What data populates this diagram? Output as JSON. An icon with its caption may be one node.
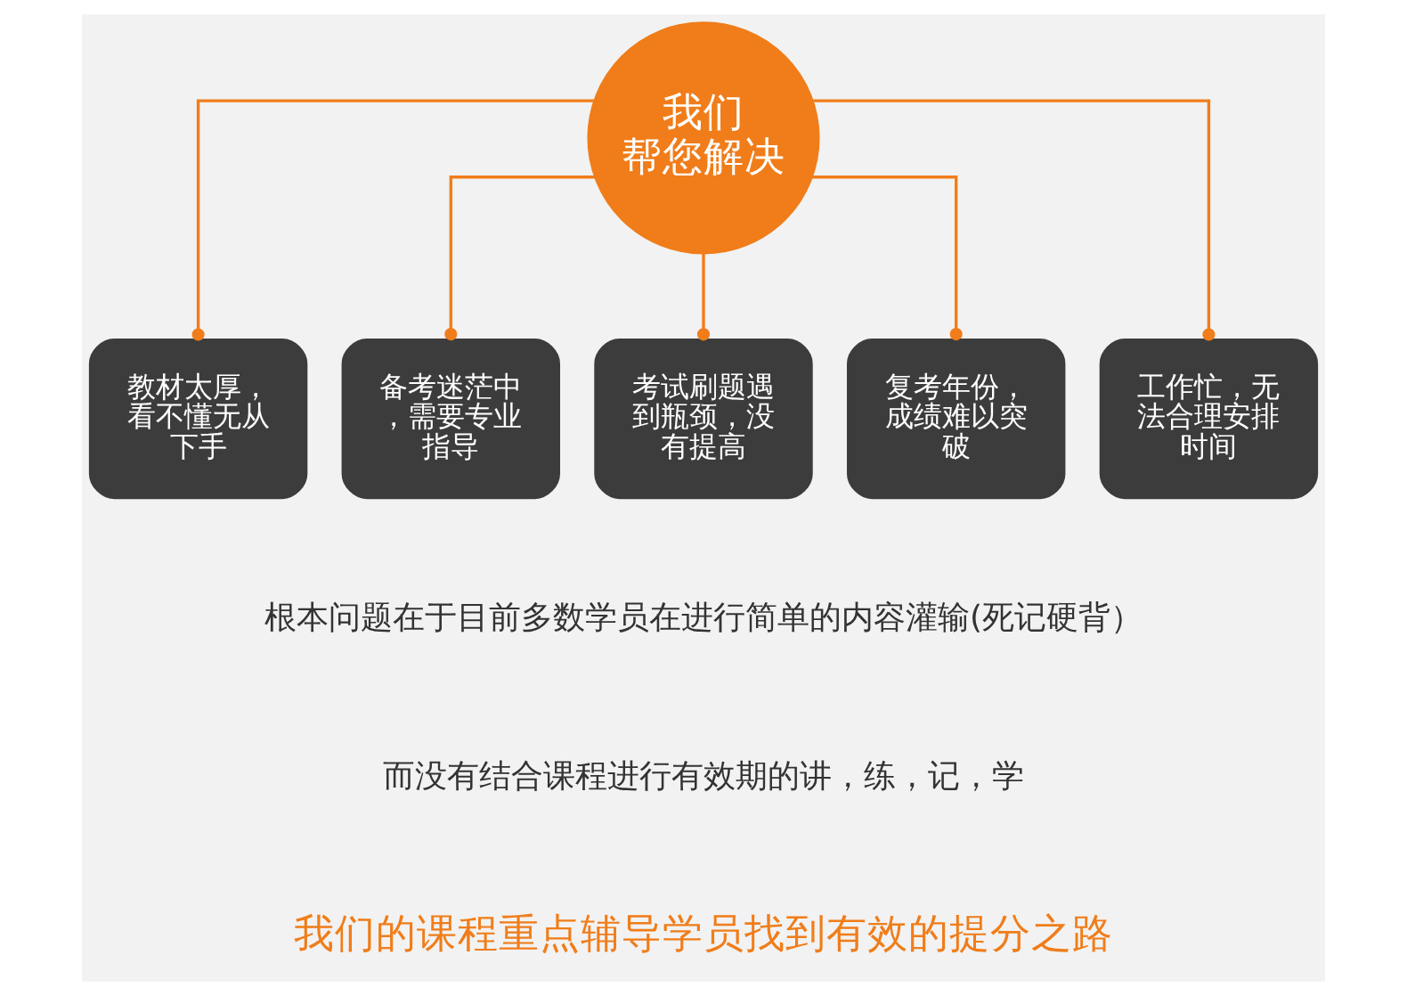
{
  "diagram": {
    "nodes": [
      {
        "text": [
          "我们",
          "帮您解决"
        ]
      },
      {
        "text": [
          "教材太厚，看不懂无从下手"
        ]
      },
      {
        "text": [
          "备考迷茫中，需要专业指导"
        ]
      },
      {
        "text": [
          "考试刷题遇到瓶颈，没有提高"
        ]
      },
      {
        "text": [
          "复考年份，成绩难以突破"
        ]
      },
      {
        "text": [
          "工作忙，无法合理安排时间"
        ]
      }
    ],
    "edges": [
      {
        "from": 0,
        "to": 1,
        "arrow": "other"
      },
      {
        "from": 0,
        "to": 2,
        "arrow": "other"
      },
      {
        "from": 0,
        "to": 3,
        "arrow": "other"
      },
      {
        "from": 0,
        "to": 4,
        "arrow": "other"
      },
      {
        "from": 0,
        "to": 5,
        "arrow": "other"
      }
    ],
    "labels": [
      "根本问题在于目前多数学员在进行简单的内容灌输(死记硬背）",
      "而没有结合课程进行有效期的讲，练，记，学",
      "我们的课程重点辅导学员找到有效的提分之路"
    ]
  }
}
